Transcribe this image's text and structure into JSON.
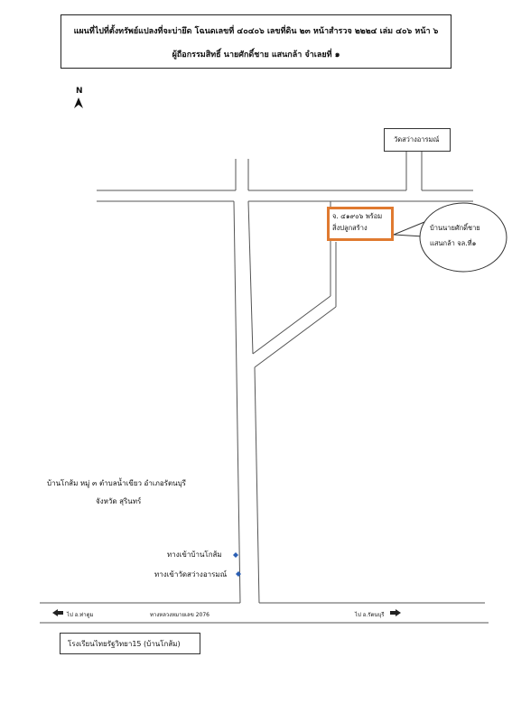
{
  "title": {
    "line1": "แผนที่ไปที่ตั้งทรัพย์แปลงที่จะบ่ายึด โฉนดเลขที่ ๔๐๔๐๖ เลขที่ดิน ๒๓ หน้าสำรวจ ๒๒๒๔ เล่ม ๔๐๖ หน้า ๖",
    "line2": "ผู้ถือกรรมสิทธิ์ นายศักดิ์ชาย แสนกล้า จำเลยที่ ๑"
  },
  "north": "N",
  "temple": "วัดสว่างอารมณ์",
  "plot": {
    "line1": "จ. ๔๑๙๐๖ พร้อม",
    "line2": "สิ่งปลูกสร้าง"
  },
  "owner_house": {
    "line1": "บ้านนายศักดิ์ชาย",
    "line2": "แสนกล้า จล.ที่๑"
  },
  "village": {
    "line1": "บ้านโกส้ม หมู่ ๓ ตำบลน้ำเขียว อำเภอรัตนบุรี",
    "line2": "จังหวัด สุรินทร์"
  },
  "legend": {
    "village_entry": "ทางเข้าบ้านโกส้ม",
    "temple_entry": "ทางเข้าวัดสว่างอารมณ์",
    "marker_color": "#2b5fb4"
  },
  "highway": {
    "left": "ไป อ.ท่าตูม",
    "center": "ทางหลวงหมายเลข 2076",
    "right": "ไป อ.รัตนบุรี"
  },
  "school": "โรงเรียนไทยรัฐวิทยา15 (บ้านโกส้ม)",
  "colors": {
    "plot_border": "#e07a30",
    "lines": "#444444"
  }
}
